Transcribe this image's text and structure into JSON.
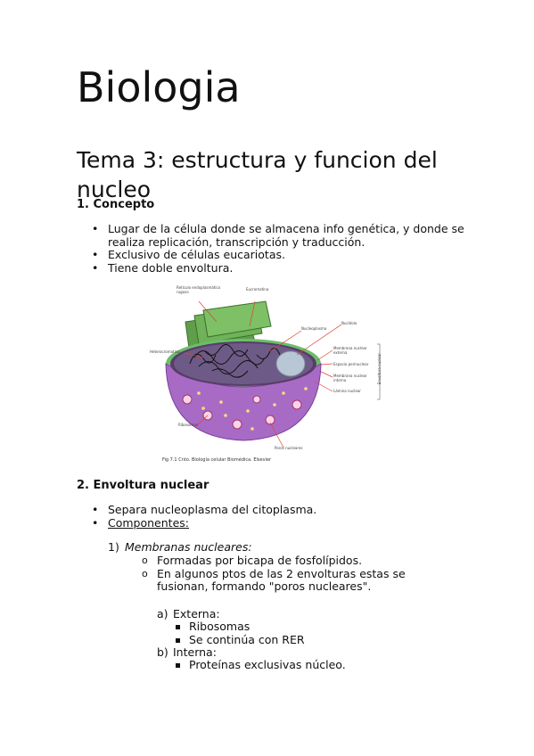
{
  "title": "Biologia",
  "subtitle": "Tema 3: estructura y funcion del nucleo",
  "section1": {
    "heading": "1. Concepto",
    "bullets": [
      "Lugar de la célula donde se almacena info genética, y donde se realiza replicación, transcripción y traducción.",
      "Exclusivo de células eucariotas.",
      "Tiene doble envoltura."
    ]
  },
  "figure": {
    "labels": {
      "reticulo": "Retículo endoplasmático rugoso",
      "eucromatina": "Eucromatina",
      "nucleoplasma": "Nucleoplasma",
      "nucleolo": "Nucléolo",
      "heterocromatina": "Heterocromatina",
      "membrana_externa": "Membrana nuclear externa",
      "espacio": "Espacio perinuclear",
      "membrana_interna": "Membrana nuclear interna",
      "lamina": "Lámina nuclear",
      "envoltura": "Envoltura nuclear",
      "ribosomas": "Ribosomas",
      "poros": "Poros nucleares"
    },
    "caption": "Fig 7.1 Cnto. Biología celular Biomédica. Elsevier"
  },
  "section2": {
    "heading": "2. Envoltura nuclear",
    "bullet1": "Separa nucleoplasma del citoplasma.",
    "bullet2": "Componentes:",
    "item1_label": "1)",
    "item1_text": "Membranas nucleares:",
    "sub1": "Formadas por bicapa de fosfolípidos.",
    "sub2": "En algunos ptos de las 2 envolturas estas se fusionan, formando \"poros nucleares\".",
    "a_label": "a)",
    "a_text": "Externa:",
    "a_items": [
      "Ribosomas",
      "Se continúa con RER"
    ],
    "b_label": "b)",
    "b_text": "Interna:",
    "b_items": [
      "Proteínas exclusivas núcleo."
    ]
  }
}
